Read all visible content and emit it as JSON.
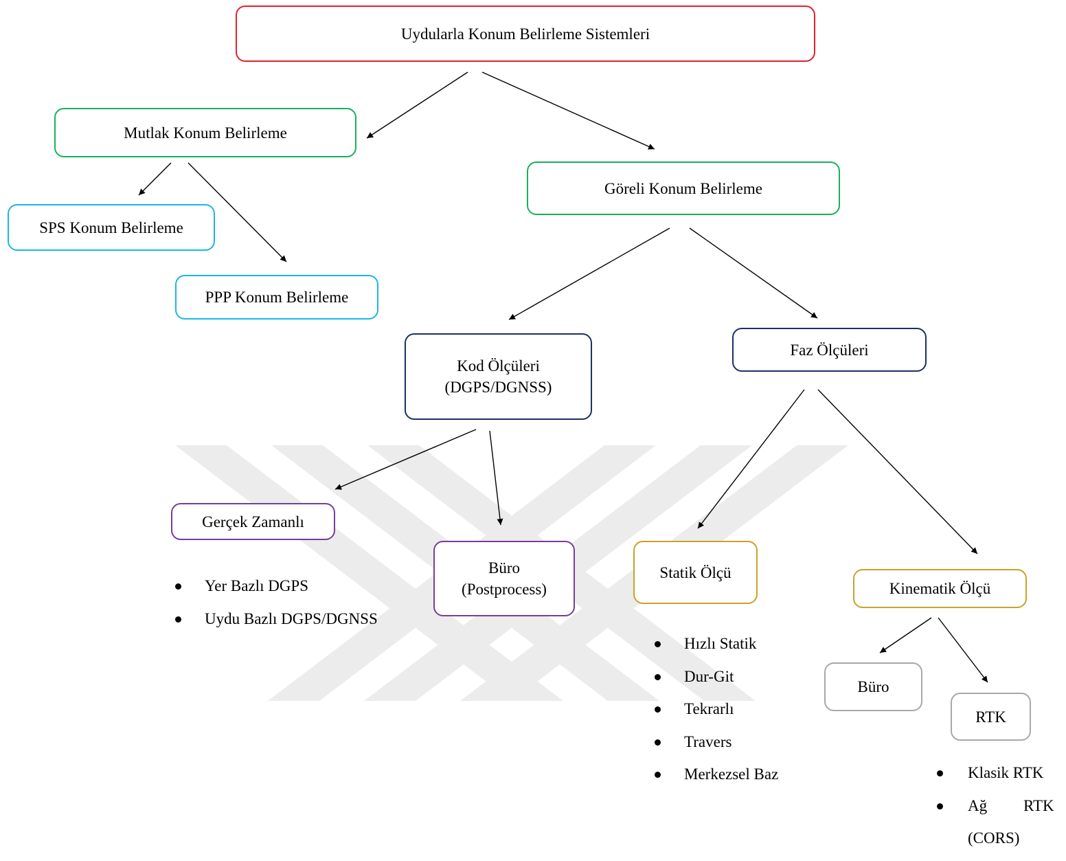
{
  "nodes": {
    "root": "Uydularla Konum Belirleme Sistemleri",
    "mutlak": "Mutlak Konum Belirleme",
    "goreli": "Göreli Konum Belirleme",
    "sps": "SPS Konum Belirleme",
    "ppp": "PPP Konum Belirleme",
    "kod_line1": "Kod Ölçüleri",
    "kod_line2": "(DGPS/DGNSS)",
    "faz": "Faz Ölçüleri",
    "gercek": "Gerçek Zamanlı",
    "buro_post_line1": "Büro",
    "buro_post_line2": "(Postprocess)",
    "statik": "Statik Ölçü",
    "kinematik": "Kinematik Ölçü",
    "buro": "Büro",
    "rtk": "RTK"
  },
  "lists": {
    "dgps": [
      "Yer Bazlı DGPS",
      "Uydu Bazlı DGPS/DGNSS"
    ],
    "statik": [
      "Hızlı Statik",
      "Dur-Git",
      "Tekrarlı",
      "Travers",
      "Merkezsel Baz"
    ],
    "rtk": [
      "Klasik RTK",
      "Ağ",
      "RTK",
      "(CORS)"
    ]
  },
  "colors": {
    "root": "#e3202b",
    "level1": "#17b15a",
    "mutlak_children": "#1bb6e3",
    "measurement_types": "#1c2f66",
    "code_modes": "#7a3b9a",
    "phase_modes": "#c9a227",
    "kinematic_modes": "#a8a8a8",
    "watermark": "#ececec"
  }
}
